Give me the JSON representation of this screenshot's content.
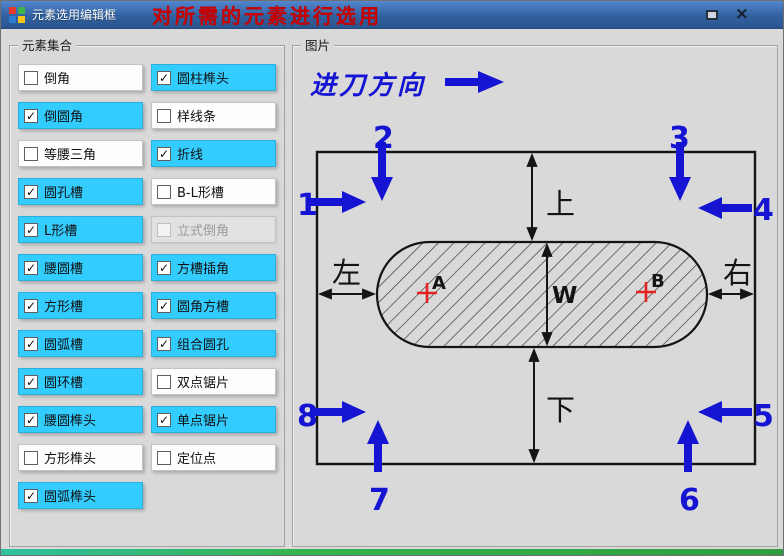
{
  "window": {
    "title": "元素选用编辑框",
    "subtitle": "对所需的元素进行选用",
    "close_glyph": "×"
  },
  "left_panel": {
    "title": "元素集合",
    "columns": [
      [
        {
          "label": "倒角",
          "checked": false
        },
        {
          "label": "倒圆角",
          "checked": true
        },
        {
          "label": "等腰三角",
          "checked": false
        },
        {
          "label": "圆孔槽",
          "checked": true
        },
        {
          "label": "L形槽",
          "checked": true
        },
        {
          "label": "腰圆槽",
          "checked": true
        },
        {
          "label": "方形槽",
          "checked": true
        },
        {
          "label": "圆弧槽",
          "checked": true
        },
        {
          "label": "圆环槽",
          "checked": true
        },
        {
          "label": "腰圆榫头",
          "checked": true
        },
        {
          "label": "方形榫头",
          "checked": false
        },
        {
          "label": "圆弧榫头",
          "checked": true
        }
      ],
      [
        {
          "label": "圆柱榫头",
          "checked": true
        },
        {
          "label": "样线条",
          "checked": false
        },
        {
          "label": "折线",
          "checked": true
        },
        {
          "label": "B-L形槽",
          "checked": false
        },
        {
          "label": "立式倒角",
          "checked": false,
          "disabled": true
        },
        {
          "label": "方槽插角",
          "checked": true
        },
        {
          "label": "圆角方槽",
          "checked": true
        },
        {
          "label": "组合圆孔",
          "checked": true
        },
        {
          "label": "双点锯片",
          "checked": false
        },
        {
          "label": "单点锯片",
          "checked": true
        },
        {
          "label": "定位点",
          "checked": false
        }
      ]
    ]
  },
  "right_panel": {
    "title": "图片",
    "feed_direction": "进刀方向",
    "dimension_labels": {
      "top": "上",
      "bottom": "下",
      "left": "左",
      "right": "右",
      "width": "W"
    },
    "points": {
      "a": "A",
      "b": "B"
    },
    "arrows": [
      "1",
      "2",
      "3",
      "4",
      "5",
      "6",
      "7",
      "8"
    ]
  },
  "colors": {
    "checked_item_bg": "#33ccff",
    "diagram_blue": "#1414d2",
    "subtitle_red": "#c40000",
    "titlebar_blue": "#32619f",
    "dialog_bg": "#d9d9d9"
  },
  "checkmark_glyph": "✓"
}
